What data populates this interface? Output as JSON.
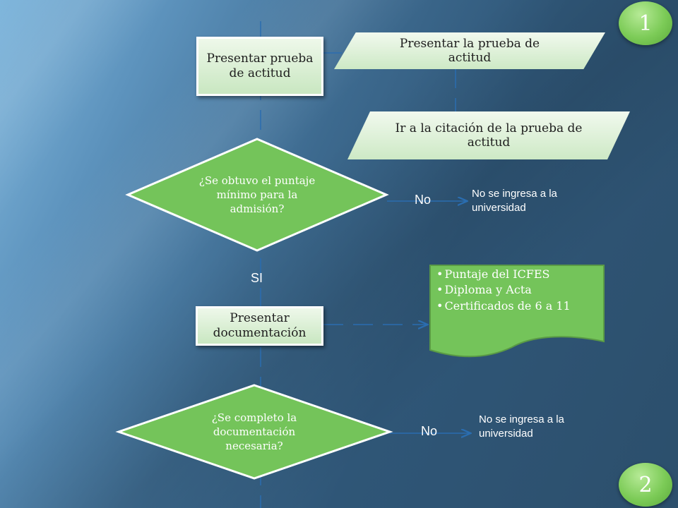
{
  "slide": {
    "badge_top": "1",
    "badge_bottom": "2"
  },
  "flow": {
    "step_present_test": "Presentar prueba de actitud",
    "input_present_test": "Presentar la prueba de actitud",
    "input_go_citation": "Ir a la citación de la prueba de actitud",
    "decision_min_score": "¿Se obtuvo el puntaje mínimo para la admisión?",
    "branch_no_1": "No",
    "result_no_1": "No se ingresa a la universidad",
    "branch_yes": "SI",
    "step_present_docs": "Presentar documentación",
    "docs_list": [
      "Puntaje del ICFES",
      "Diploma y Acta",
      "Certificados de 6 a 11"
    ],
    "decision_docs_complete": "¿Se completo la documentación necesaria?",
    "branch_no_2": "No",
    "result_no_2": "No se ingresa a la universidad"
  },
  "colors": {
    "node_green": "#74c45a",
    "node_border": "#ffffff",
    "box_light_green": "#d9efd3",
    "connector": "#2a6db0"
  }
}
